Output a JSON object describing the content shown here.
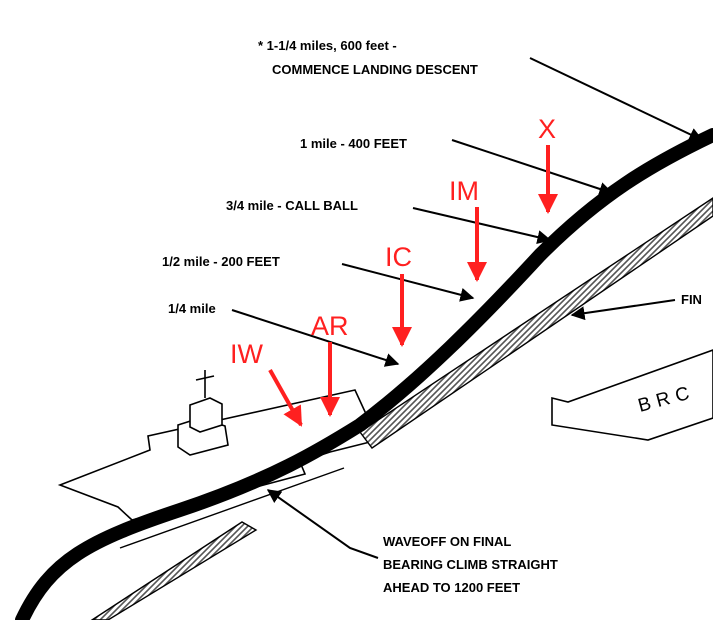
{
  "callouts": {
    "commence": [
      "* 1-1/4 miles, 600 feet -",
      "COMMENCE LANDING DESCENT"
    ],
    "one_mile": "1 mile - 400 FEET",
    "three_quarter": "3/4 mile - CALL BALL",
    "half_mile": "1/2 mile - 200 FEET",
    "quarter_mile": "1/4 mile",
    "final_bearing": "FIN",
    "waveoff": [
      "WAVEOFF ON FINAL",
      "BEARING CLIMB STRAIGHT",
      "AHEAD TO 1200 FEET"
    ],
    "brc": "BRC"
  },
  "positions": {
    "X": "X",
    "IM": "IM",
    "IC": "IC",
    "AR": "AR",
    "IW": "IW"
  },
  "colors": {
    "path": "#000000",
    "markers": "#ff2020",
    "hatch": "#555555"
  }
}
